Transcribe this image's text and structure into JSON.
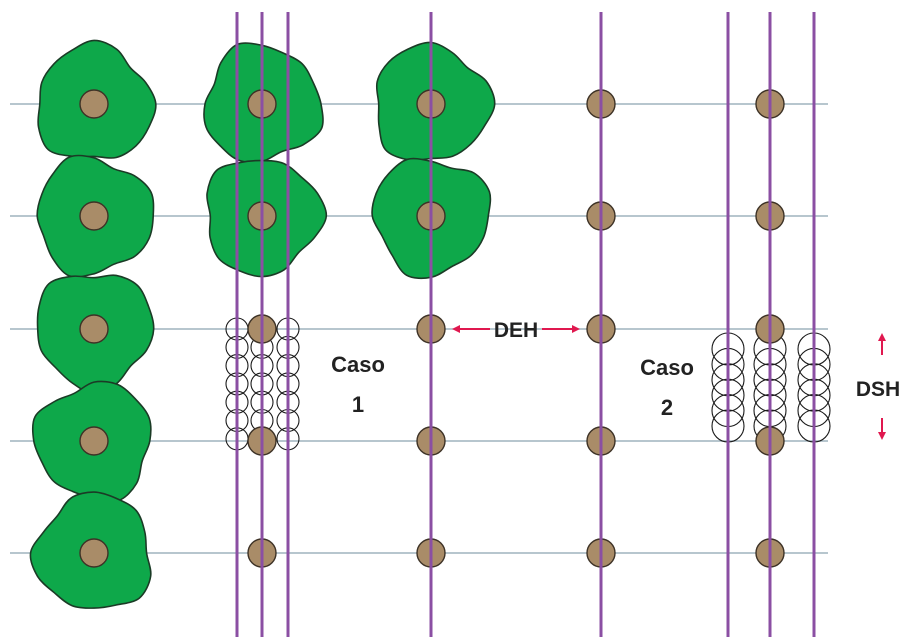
{
  "labels": {
    "case1_line1": "Caso",
    "case1_line2": "1",
    "case2_line1": "Caso",
    "case2_line2": "2",
    "horizontal_distance": "DEH",
    "vertical_distance": "DSH"
  },
  "colors": {
    "tree_crown": "#0ea84a",
    "trunk": "#a98c68",
    "row_line": "#9fb3bd",
    "path_line": "#8b4fa3",
    "arrow": "#e0184f",
    "sample_circle": "#1a1a1a"
  }
}
